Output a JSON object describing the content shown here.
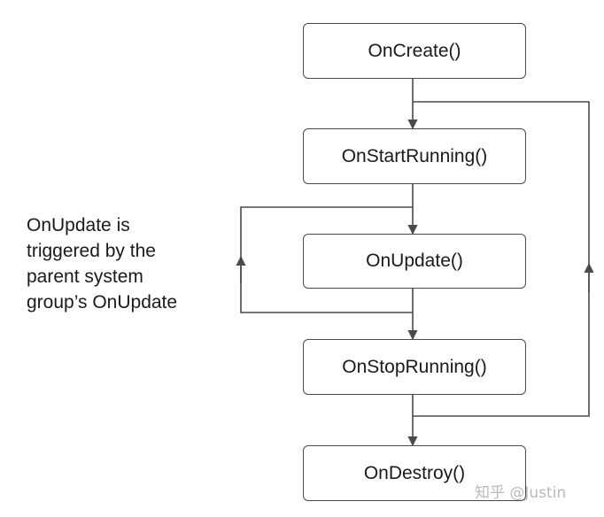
{
  "nodes": {
    "on_create": "OnCreate()",
    "on_start_running": "OnStartRunning()",
    "on_update": "OnUpdate()",
    "on_stop_running": "OnStopRunning()",
    "on_destroy": "OnDestroy()"
  },
  "annotation": {
    "lines": [
      "OnUpdate is",
      "triggered by the",
      "parent system",
      "group’s OnUpdate"
    ]
  },
  "watermark": "知乎 @Justin",
  "colors": {
    "line": "#4a4a4a",
    "text": "#1a1a1a",
    "box_border": "#4a4a4a",
    "watermark": "#b9b9b9"
  }
}
